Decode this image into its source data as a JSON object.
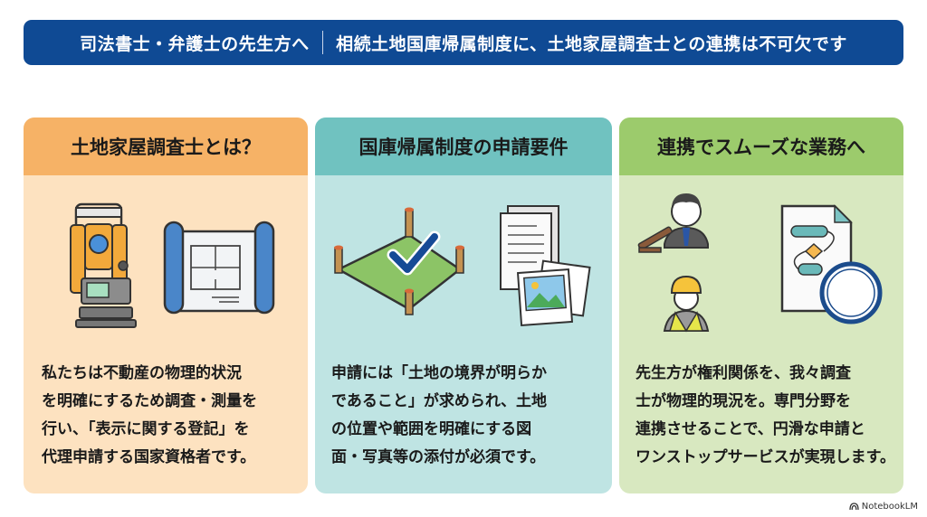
{
  "banner": {
    "left_text": "司法書士・弁護士の先生方へ",
    "right_text": "相続土地国庫帰属制度に、土地家屋調査士との連携は不可欠です"
  },
  "cards": [
    {
      "title": "土地家屋調査士とは？",
      "illustration": [
        "total-station-surveying-instrument",
        "blueprint-floor-plan"
      ],
      "body_lines": [
        "私たちは不動産の物理的状況",
        "を明確にするため調査・測量を",
        "行い、「表示に関する登記」を",
        "代理申請する国家資格者です。"
      ]
    },
    {
      "title": "国庫帰属制度の申請要件",
      "illustration": [
        "staked-land-plot-with-checkmark",
        "documents-and-photos"
      ],
      "body_lines": [
        "申請には「土地の境界が明らか",
        "であること」が求められ、土地",
        "の位置や範囲を明確にする図",
        "面・写真等の添付が必須です。"
      ]
    },
    {
      "title": "連携でスムーズな業務へ",
      "illustration": [
        "lawyer-with-gavel",
        "surveyor-with-hardhat",
        "flowchart-document-with-seal"
      ],
      "body_lines": [
        "先生方が権利関係を、我々調査",
        "士が物理的現況を。専門分野を",
        "連携させることで、円滑な申請と",
        "ワンストップサービスが実現します。"
      ]
    }
  ],
  "footer": {
    "brand": "NotebookLM"
  },
  "colors": {
    "banner": "#0f4a94",
    "card1_head": "#f6b266",
    "card1_bg": "#fde2c0",
    "card2_head": "#70c2c0",
    "card2_bg": "#bfe4e3",
    "card3_head": "#9ccb6c",
    "card3_bg": "#d8e8c0"
  }
}
